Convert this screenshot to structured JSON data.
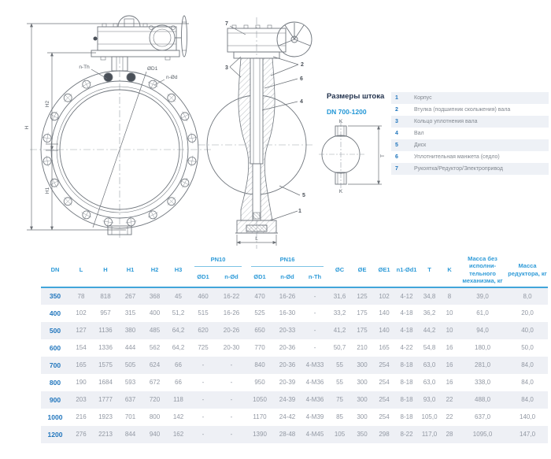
{
  "colors": {
    "accent_blue": "#2f9bd8",
    "dn_blue": "#2176bd",
    "cell_gray": "#9298a3",
    "row_alt_bg": "#eef0f5",
    "header_rule": "#41a5da",
    "title_navy": "#23334e"
  },
  "drawing": {
    "front": {
      "dim_h": "H",
      "dim_h1": "H1",
      "dim_h2": "H2",
      "label_n_th": "n-Th",
      "label_d1": "ØD1",
      "label_n_d": "n-Ød"
    },
    "side": {
      "callout_1": "1",
      "callout_2": "2",
      "callout_3": "3",
      "callout_4": "4",
      "callout_5": "5",
      "callout_6": "6",
      "callout_7": "7",
      "dim_l": "L"
    },
    "shaft": {
      "title": "Размеры штока",
      "range": "DN 700-1200",
      "k_top": "K",
      "k_bottom": "K",
      "t": "T"
    }
  },
  "legend": {
    "items": [
      {
        "num": "1",
        "label": "Корпус"
      },
      {
        "num": "2",
        "label": "Втулка (подшипник скольжения) вала"
      },
      {
        "num": "3",
        "label": "Кольцо уплотнения вала"
      },
      {
        "num": "4",
        "label": "Вал"
      },
      {
        "num": "5",
        "label": "Диск"
      },
      {
        "num": "6",
        "label": "Уплотнительная манжета (седло)"
      },
      {
        "num": "7",
        "label": "Рукоятка/Редуктор/Электропривод"
      }
    ]
  },
  "table": {
    "group_pn10": "PN10",
    "group_pn16": "PN16",
    "headers": {
      "dn": "DN",
      "l": "L",
      "h": "H",
      "h1": "H1",
      "h2": "H2",
      "h3": "H3",
      "pn10_d1": "ØD1",
      "pn10_nd": "n-Ød",
      "pn16_d1": "ØD1",
      "pn16_nd": "n-Ød",
      "pn16_nth": "n-Th",
      "c": "ØC",
      "e": "ØE",
      "e1": "ØE1",
      "n1d1": "n1-Ød1",
      "t": "T",
      "k": "K",
      "mass": "Масса без исполни-тельного механизма, кг",
      "mass_red": "Масса редуктора, кг"
    },
    "rows": [
      [
        "350",
        "78",
        "818",
        "267",
        "368",
        "45",
        "460",
        "16-22",
        "470",
        "16-26",
        "-",
        "31,6",
        "125",
        "102",
        "4-12",
        "34,8",
        "8",
        "39,0",
        "8,0"
      ],
      [
        "400",
        "102",
        "957",
        "315",
        "400",
        "51,2",
        "515",
        "16-26",
        "525",
        "16-30",
        "-",
        "33,2",
        "175",
        "140",
        "4-18",
        "36,2",
        "10",
        "61,0",
        "20,0"
      ],
      [
        "500",
        "127",
        "1136",
        "380",
        "485",
        "64,2",
        "620",
        "20-26",
        "650",
        "20-33",
        "-",
        "41,2",
        "175",
        "140",
        "4-18",
        "44,2",
        "10",
        "94,0",
        "40,0"
      ],
      [
        "600",
        "154",
        "1336",
        "444",
        "562",
        "64,2",
        "725",
        "20-30",
        "770",
        "20-36",
        "-",
        "50,7",
        "210",
        "165",
        "4-22",
        "54,8",
        "16",
        "180,0",
        "50,0"
      ],
      [
        "700",
        "165",
        "1575",
        "505",
        "624",
        "66",
        "-",
        "-",
        "840",
        "20-36",
        "4-M33",
        "55",
        "300",
        "254",
        "8-18",
        "63,0",
        "16",
        "281,0",
        "84,0"
      ],
      [
        "800",
        "190",
        "1684",
        "593",
        "672",
        "66",
        "-",
        "-",
        "950",
        "20-39",
        "4-M36",
        "55",
        "300",
        "254",
        "8-18",
        "63,0",
        "16",
        "338,0",
        "84,0"
      ],
      [
        "900",
        "203",
        "1777",
        "637",
        "720",
        "118",
        "-",
        "-",
        "1050",
        "24-39",
        "4-M36",
        "75",
        "300",
        "254",
        "8-18",
        "93,0",
        "22",
        "488,0",
        "84,0"
      ],
      [
        "1000",
        "216",
        "1923",
        "701",
        "800",
        "142",
        "-",
        "-",
        "1170",
        "24-42",
        "4-M39",
        "85",
        "300",
        "254",
        "8-18",
        "105,0",
        "22",
        "637,0",
        "140,0"
      ],
      [
        "1200",
        "276",
        "2213",
        "844",
        "940",
        "162",
        "-",
        "-",
        "1390",
        "28-48",
        "4-M45",
        "105",
        "350",
        "298",
        "8-22",
        "117,0",
        "28",
        "1095,0",
        "147,0"
      ]
    ]
  }
}
